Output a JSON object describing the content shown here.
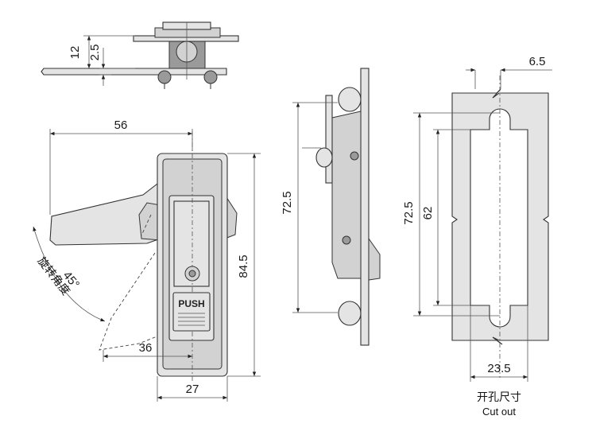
{
  "top_view": {
    "dims": [
      "12",
      "2.5"
    ]
  },
  "front_view": {
    "dims": [
      "56",
      "45°",
      "36",
      "84.5",
      "27"
    ],
    "rotation_label": "旋转角度",
    "push_label": "PUSH"
  },
  "side_view": {
    "dims": [
      "72.5"
    ]
  },
  "cutout_view": {
    "dims": [
      "6.5",
      "72.5",
      "62",
      "23.5"
    ],
    "caption_cn": "开孔尺寸",
    "caption_en": "Cut out"
  }
}
